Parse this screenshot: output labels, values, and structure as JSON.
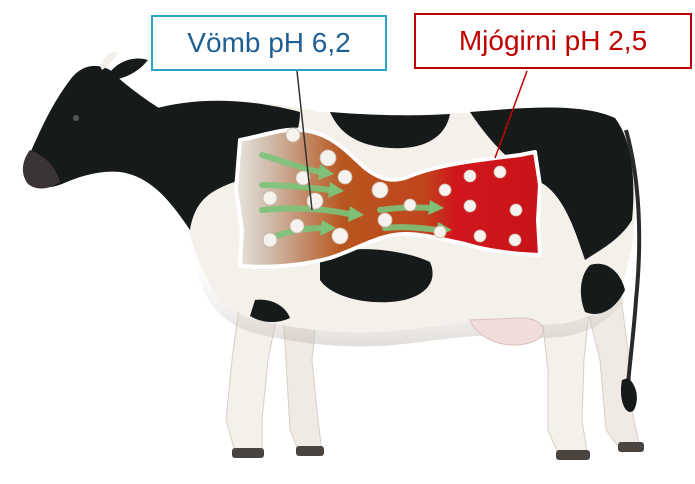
{
  "labels": {
    "rumen": "Vömb pH 6,2",
    "abomasum": "Mjógirni pH 2,5"
  },
  "colors": {
    "rumen_label_border": "#2aa3c9",
    "rumen_label_text": "#1f5f94",
    "abomasum_label": "#c00000",
    "rumen_fill": "#b8561f",
    "abomasum_fill": "#d0161c",
    "arrows": "#7cc47a",
    "cow_black": "#161a1a",
    "cow_white": "#f4f0ea"
  },
  "icons": [
    "cow-illustration",
    "flow-arrow-icon",
    "feed-particle-icon"
  ]
}
